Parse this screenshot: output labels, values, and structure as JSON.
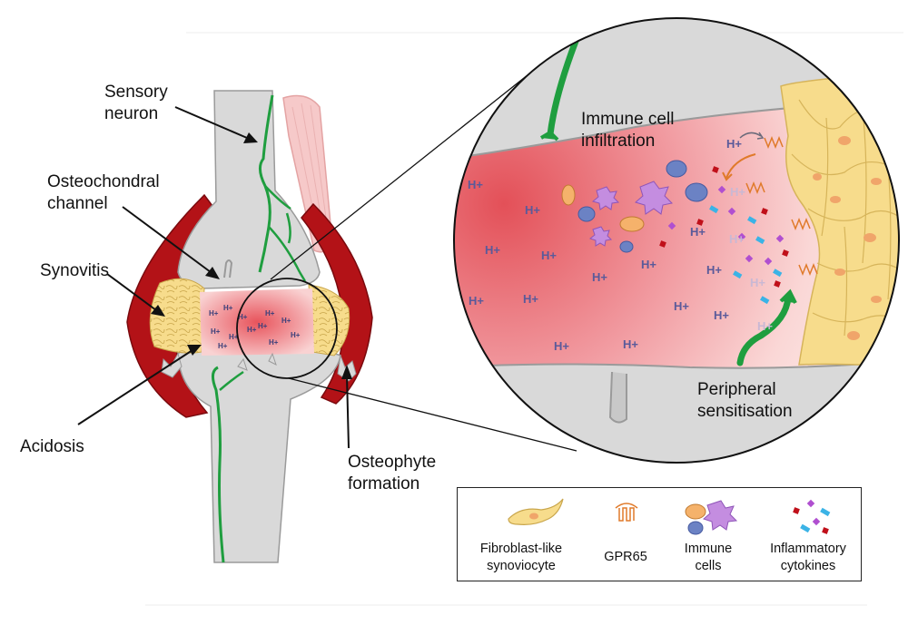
{
  "labels": {
    "sensory_neuron": "Sensory\nneuron",
    "osteochondral_channel": "Osteochondral\nchannel",
    "synovitis": "Synovitis",
    "acidosis": "Acidosis",
    "osteophyte_formation": "Osteophyte\nformation",
    "immune_cell_infiltration": "Immune cell\ninfiltration",
    "peripheral_sensitisation": "Peripheral\nsensitisation"
  },
  "proton_symbol": "H+",
  "legend": {
    "items": [
      {
        "label": "Fibroblast-like\nsynoviocyte",
        "icon": "fibroblast-icon"
      },
      {
        "label": "GPR65",
        "icon": "gpr65-receptor-icon"
      },
      {
        "label": "Immune\ncells",
        "icon": "immune-cells-icon"
      },
      {
        "label": "Inflammatory\ncytokines",
        "icon": "cytokines-icon"
      }
    ]
  },
  "colors": {
    "bone": "#d9d9d9",
    "bone_outline": "#9a9a9a",
    "synovium_red": "#b31217",
    "synovial_yellow": "#f7dc8c",
    "acidosis_pink": "#ee8a8e",
    "nerve_green": "#1f9e3f",
    "immune_blue": "#6b82c4",
    "immune_purple": "#b77fd6",
    "cytokine_red": "#c0101a",
    "cytokine_cyan": "#3bb3e6",
    "cytokine_magenta": "#b04fd0",
    "fibroblast_orange": "#f5b26b"
  }
}
